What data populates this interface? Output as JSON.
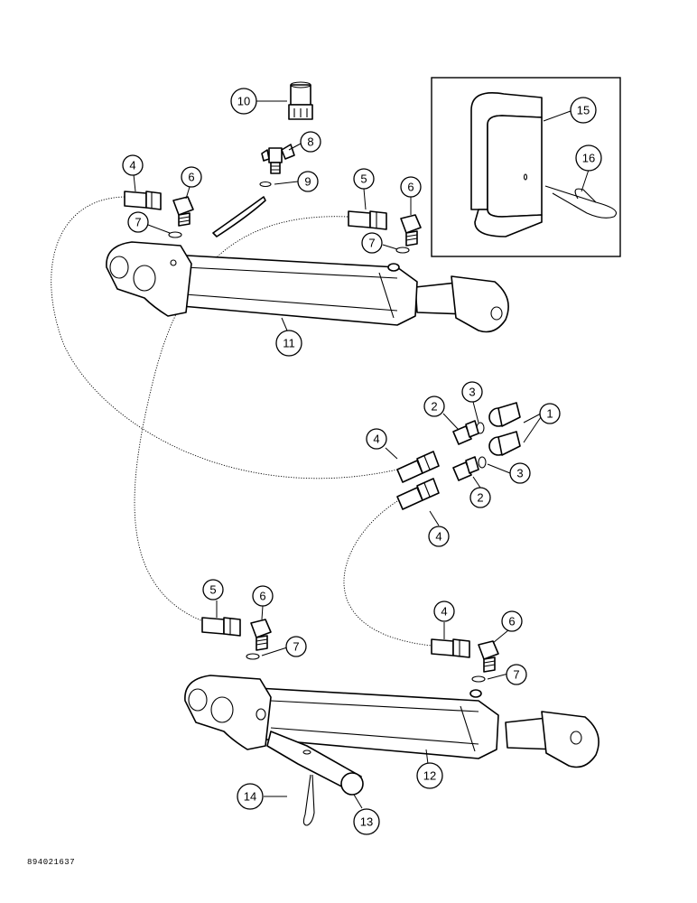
{
  "reference_code": "894021637",
  "callouts": {
    "c1": "1",
    "c2a": "2",
    "c2b": "2",
    "c3a": "3",
    "c3b": "3",
    "c4a": "4",
    "c4b": "4",
    "c4c": "4",
    "c4d": "4",
    "c5a": "5",
    "c5b": "5",
    "c6a": "6",
    "c6b": "6",
    "c6c": "6",
    "c6d": "6",
    "c7a": "7",
    "c7b": "7",
    "c7c": "7",
    "c7d": "7",
    "c8": "8",
    "c9": "9",
    "c10": "10",
    "c11": "11",
    "c12": "12",
    "c13": "13",
    "c14": "14",
    "c15": "15",
    "c16": "16"
  }
}
